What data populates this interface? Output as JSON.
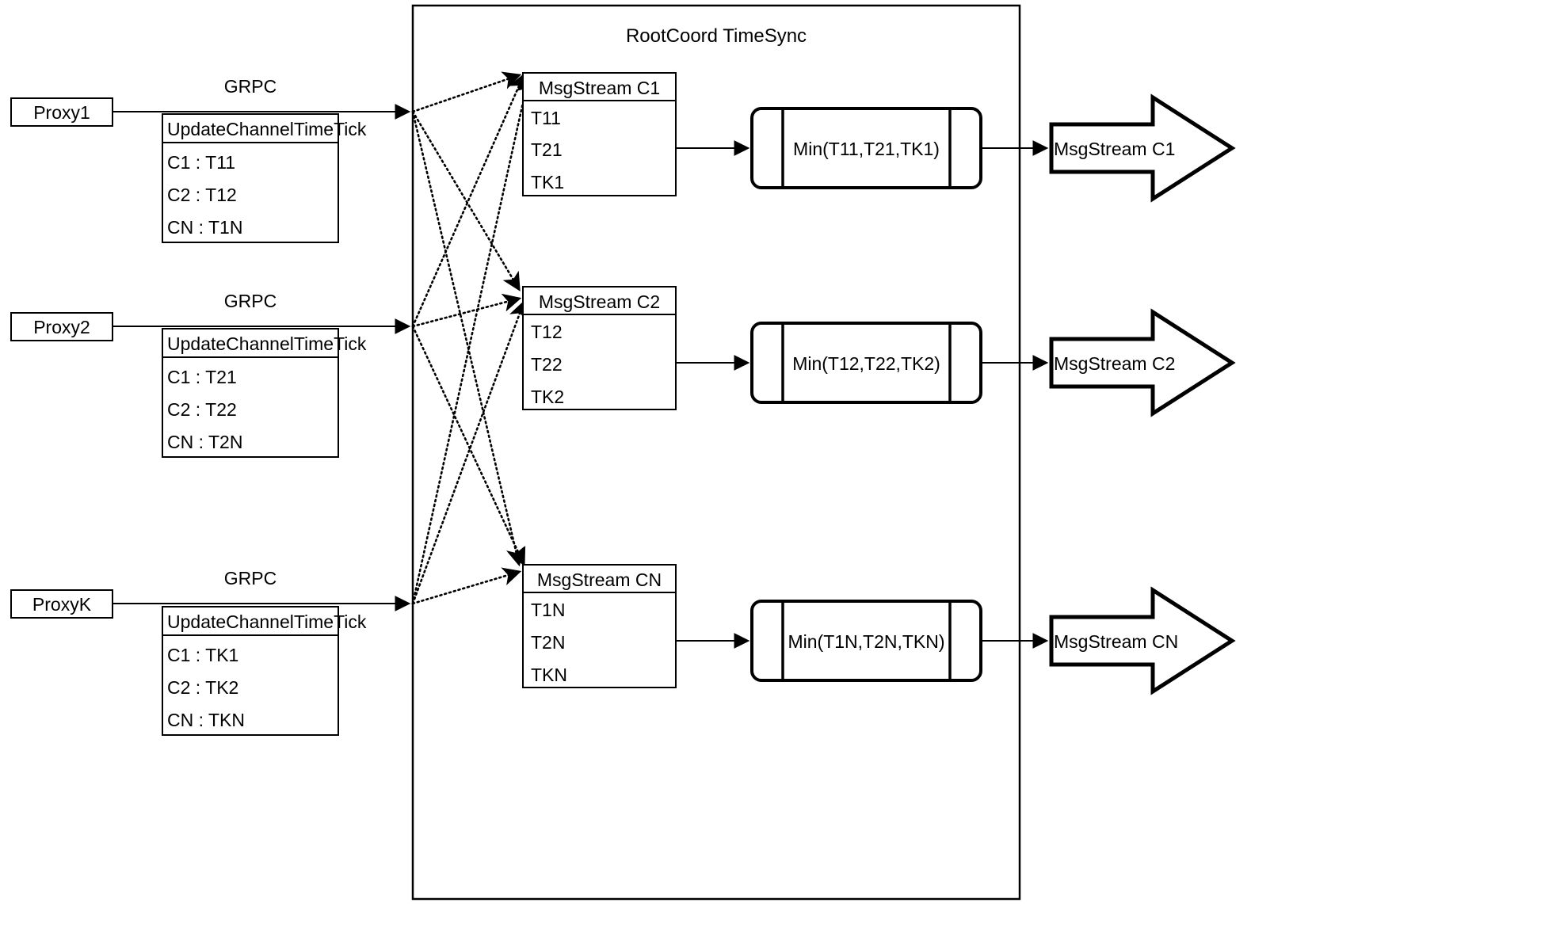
{
  "diagram": {
    "title": "RootCoord TimeSync",
    "proxies": [
      {
        "name": "Proxy1",
        "protocol_label": "GRPC",
        "rpc_name": "UpdateChannelTimeTick",
        "rows": [
          "C1 :  T11",
          "C2 :  T12",
          "CN : T1N"
        ]
      },
      {
        "name": "Proxy2",
        "protocol_label": "GRPC",
        "rpc_name": "UpdateChannelTimeTick",
        "rows": [
          "C1 :  T21",
          "C2 :  T22",
          "CN : T2N"
        ]
      },
      {
        "name": "ProxyK",
        "protocol_label": "GRPC",
        "rpc_name": "UpdateChannelTimeTick",
        "rows": [
          "C1 :  TK1",
          "C2 :  TK2",
          "CN : TKN"
        ]
      }
    ],
    "channels": [
      {
        "stream_title": "MsgStream C1",
        "stream_rows": [
          "T11",
          "T21",
          "TK1"
        ],
        "min_label": "Min(T11,T21,TK1)",
        "output_label": "MsgStream C1"
      },
      {
        "stream_title": "MsgStream C2",
        "stream_rows": [
          "T12",
          "T22",
          "TK2"
        ],
        "min_label": "Min(T12,T22,TK2)",
        "output_label": "MsgStream C2"
      },
      {
        "stream_title": "MsgStream CN",
        "stream_rows": [
          "T1N",
          "T2N",
          "TKN"
        ],
        "min_label": "Min(T1N,T2N,TKN)",
        "output_label": "MsgStream CN"
      }
    ],
    "colors": {
      "stroke": "#000000",
      "background": "#ffffff"
    }
  }
}
